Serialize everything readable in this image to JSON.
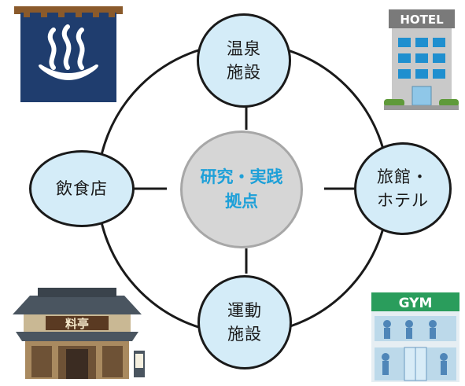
{
  "center": {
    "line1": "研究・実践",
    "line2": "拠点"
  },
  "nodes": {
    "onsen": {
      "line1": "温泉",
      "line2": "施設"
    },
    "ryokan": {
      "line1": "旅館・",
      "line2": "ホテル"
    },
    "undo": {
      "line1": "運動",
      "line2": "施設"
    },
    "inshoku": {
      "line1": "飲食店"
    }
  },
  "illustrations": {
    "hotel_sign": "HOTEL",
    "gym_sign": "GYM",
    "ryotei_sign": "料亭"
  },
  "colors": {
    "node_fill": "#d4ecf8",
    "center_fill": "#d6d6d6",
    "center_text": "#1ea0d8",
    "outline": "#1a1a1a"
  }
}
